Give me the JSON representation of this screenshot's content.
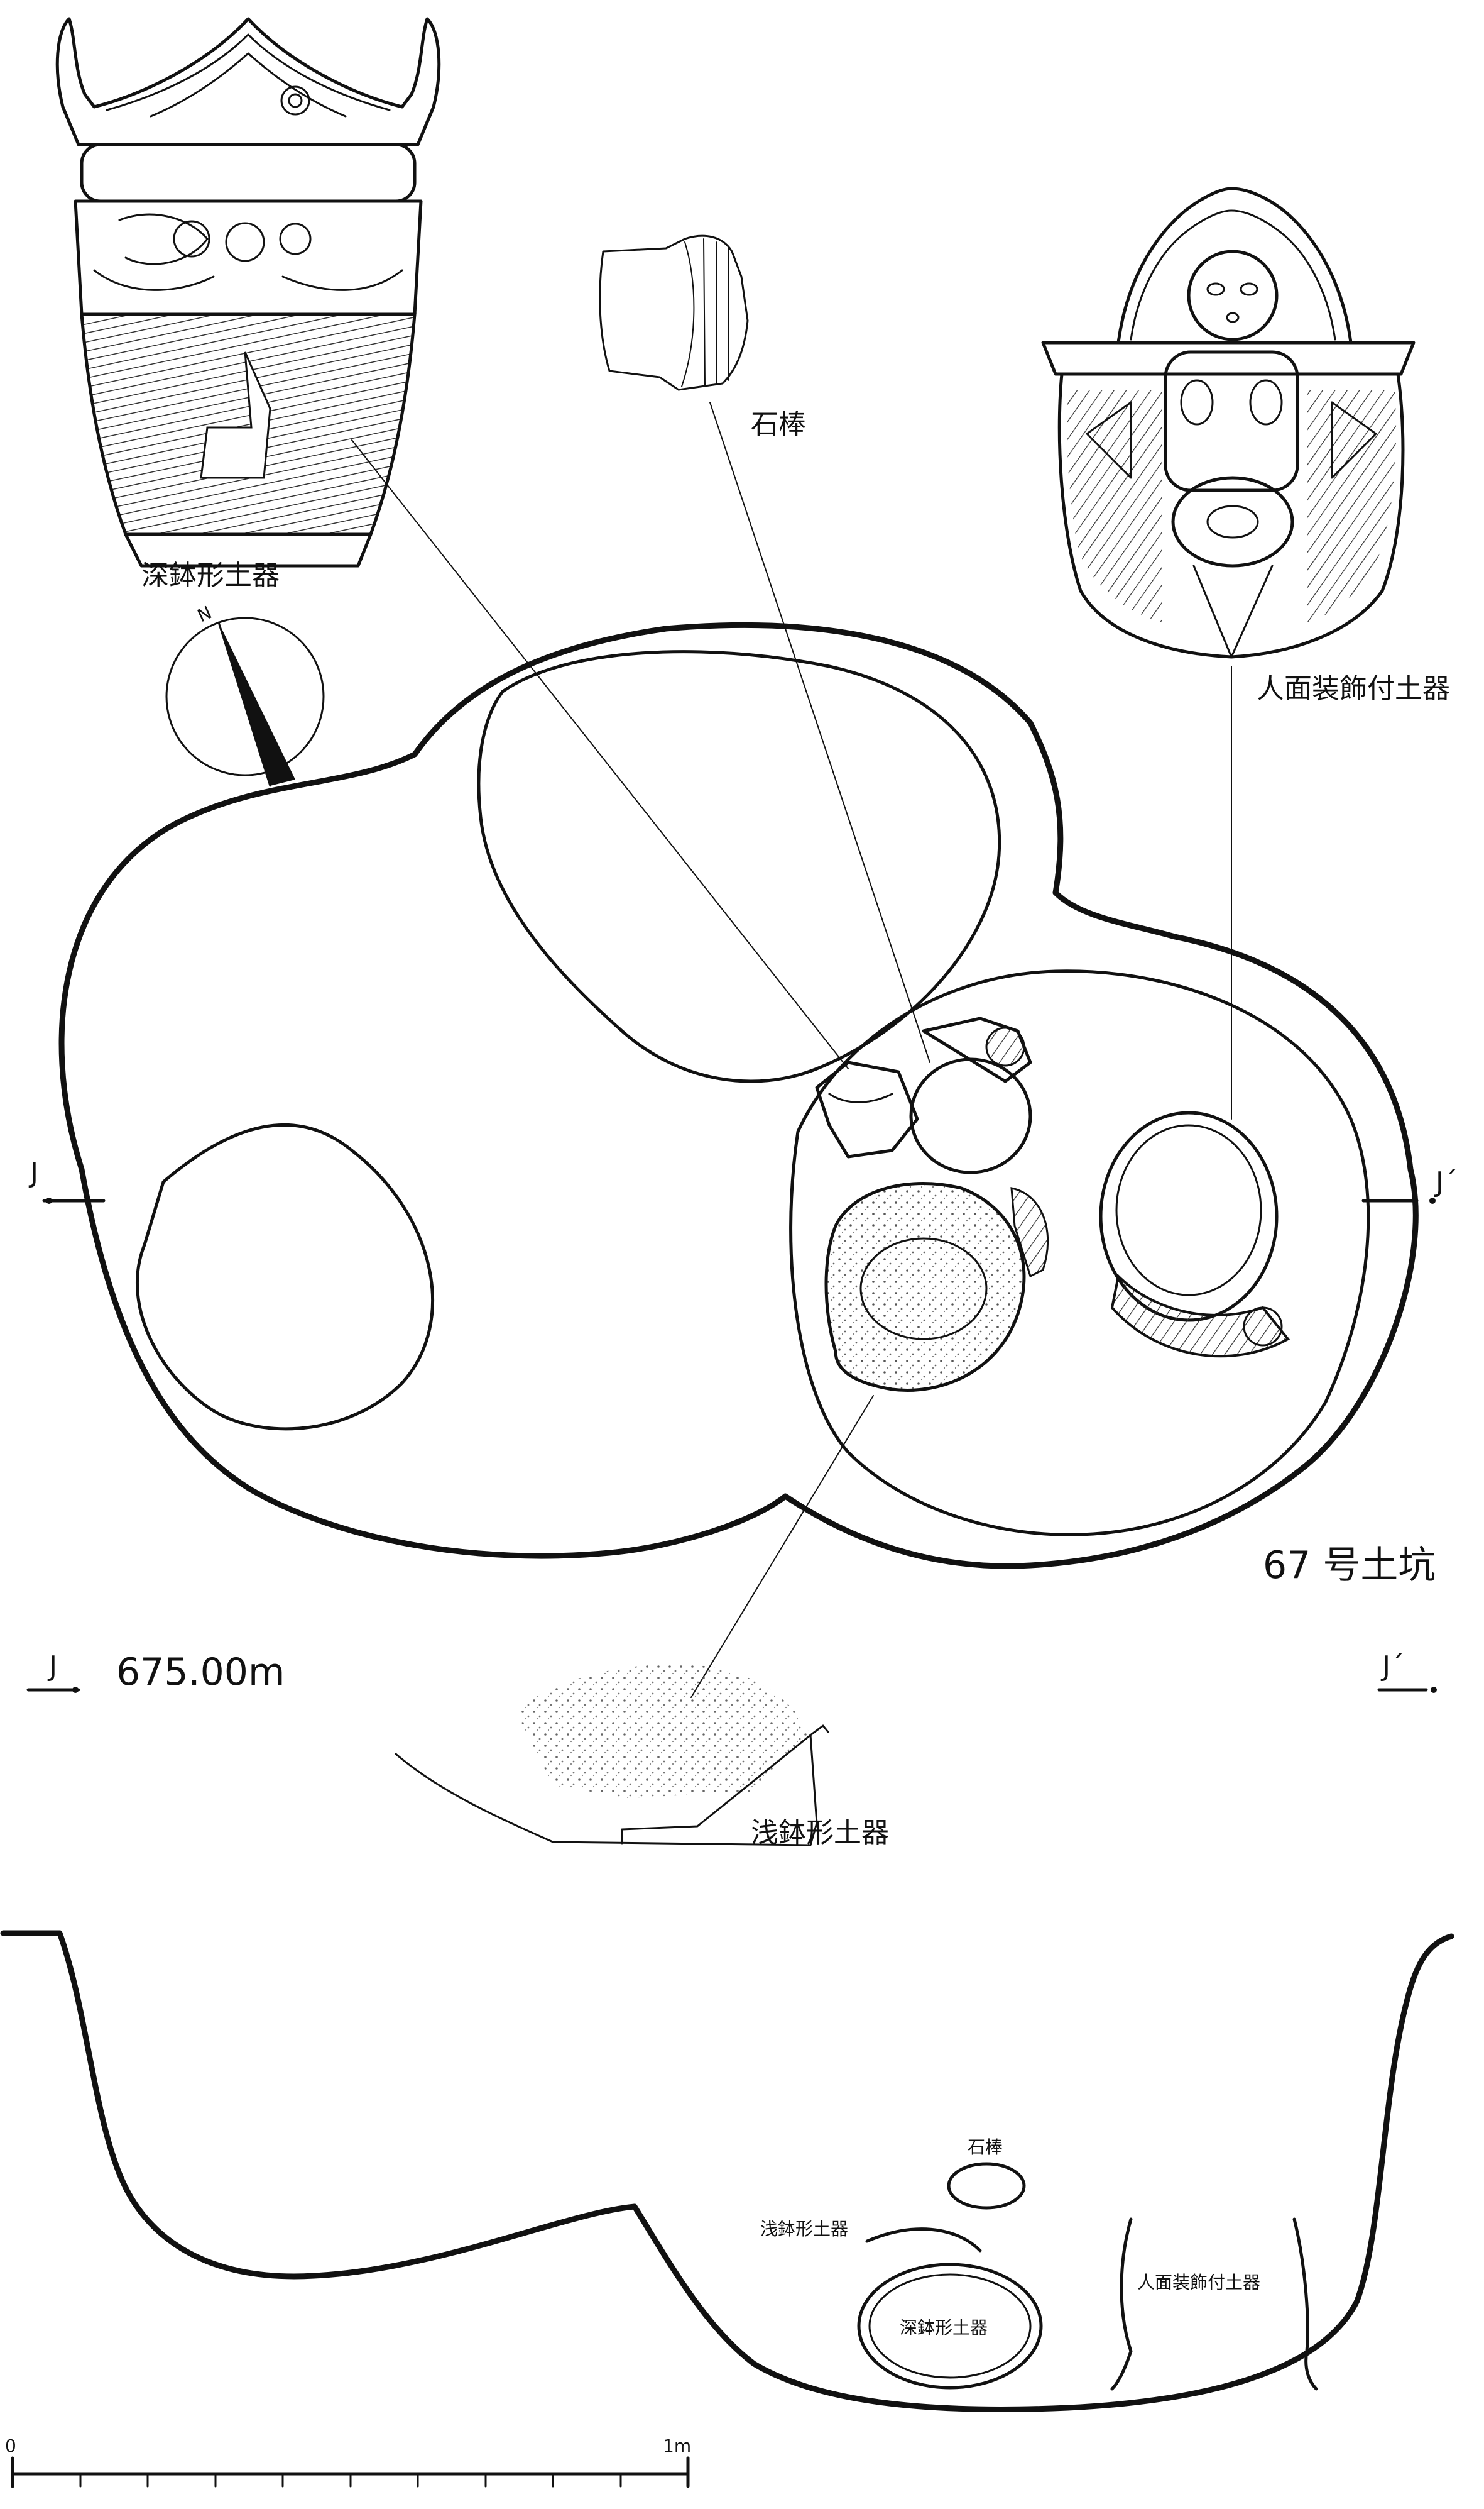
{
  "labels": {
    "deep_bowl": "深鉢形土器",
    "stone_rod": "石棒",
    "face_vessel": "人面装飾付土器",
    "shallow_bowl": "浅鉢形土器",
    "pit_name": "67 号土坑",
    "elevation": "675.00m",
    "section_left": "J",
    "section_right": "J´",
    "north": "N"
  },
  "section_labels": {
    "stone_rod": "石棒",
    "shallow_bowl": "浅鉢形土器",
    "deep_bowl": "深鉢形土器",
    "face_vessel": "人面装飾付土器"
  },
  "scale": {
    "start": "0",
    "end": "1m"
  }
}
